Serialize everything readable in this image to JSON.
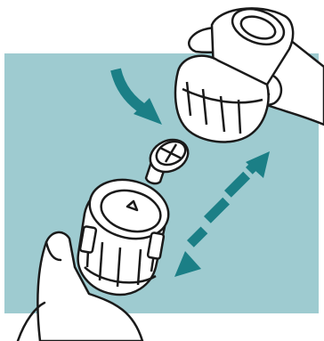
{
  "colors": {
    "background_panel": "#9ecbd0",
    "arrow": "#1b7f86",
    "outline": "#1a1a1a",
    "fill": "#ffffff"
  },
  "illustration": {
    "parts": [
      "upper-cap-component",
      "valve-disc",
      "lower-connector-component"
    ],
    "hands": [
      "left-hand",
      "right-hand"
    ],
    "arrows": [
      "insertion-arrow",
      "assembly-double-arrow"
    ]
  }
}
